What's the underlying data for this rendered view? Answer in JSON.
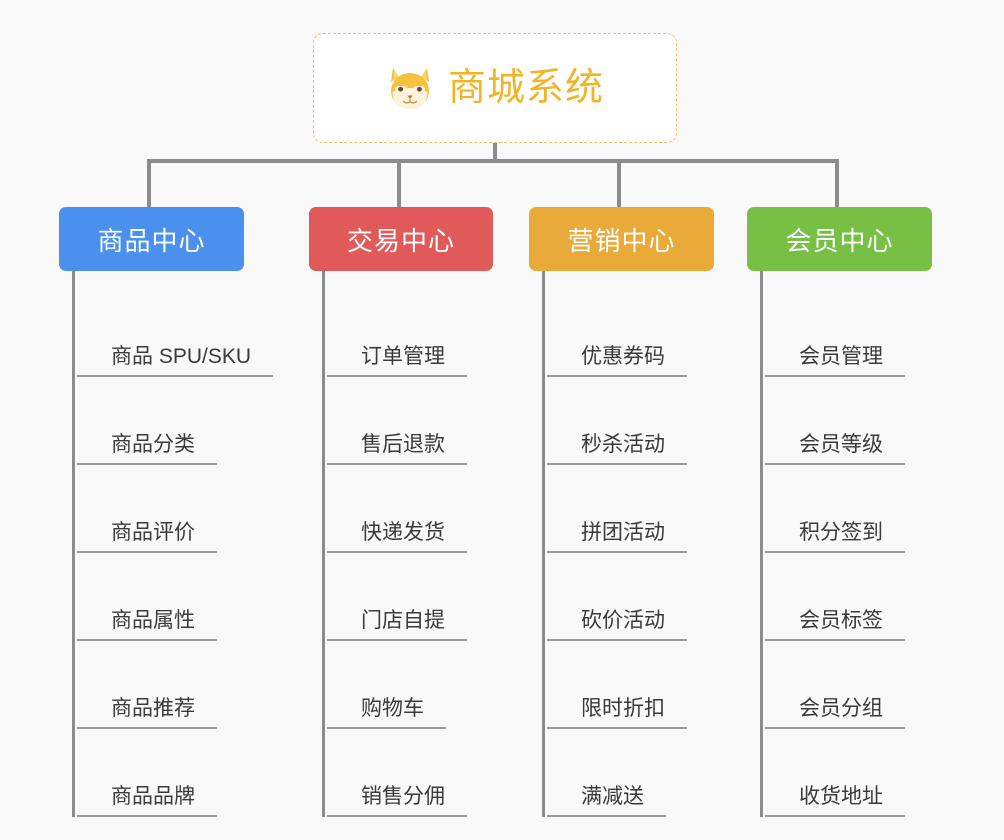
{
  "page": {
    "background_color": "#f9f9fa",
    "line_color": "#8c8c8c",
    "underline_color": "#9a9a9a",
    "leaf_text_color": "#3a3a3a"
  },
  "root": {
    "title": "商城系统",
    "icon": "shiba-dog-icon",
    "text_color": "#f0b429",
    "border_color": "#f0c060",
    "background_color": "#ffffff"
  },
  "branches": [
    {
      "label": "商品中心",
      "color": "#4a90ec",
      "items": [
        "商品 SPU/SKU",
        "商品分类",
        "商品评价",
        "商品属性",
        "商品推荐",
        "商品品牌"
      ]
    },
    {
      "label": "交易中心",
      "color": "#e15a5a",
      "items": [
        "订单管理",
        "售后退款",
        "快递发货",
        "门店自提",
        "购物车",
        "销售分佣"
      ]
    },
    {
      "label": "营销中心",
      "color": "#e9aa3a",
      "items": [
        "优惠券码",
        "秒杀活动",
        "拼团活动",
        "砍价活动",
        "限时折扣",
        "满减送"
      ]
    },
    {
      "label": "会员中心",
      "color": "#77c043",
      "items": [
        "会员管理",
        "会员等级",
        "积分签到",
        "会员标签",
        "会员分组",
        "收货地址"
      ]
    }
  ]
}
